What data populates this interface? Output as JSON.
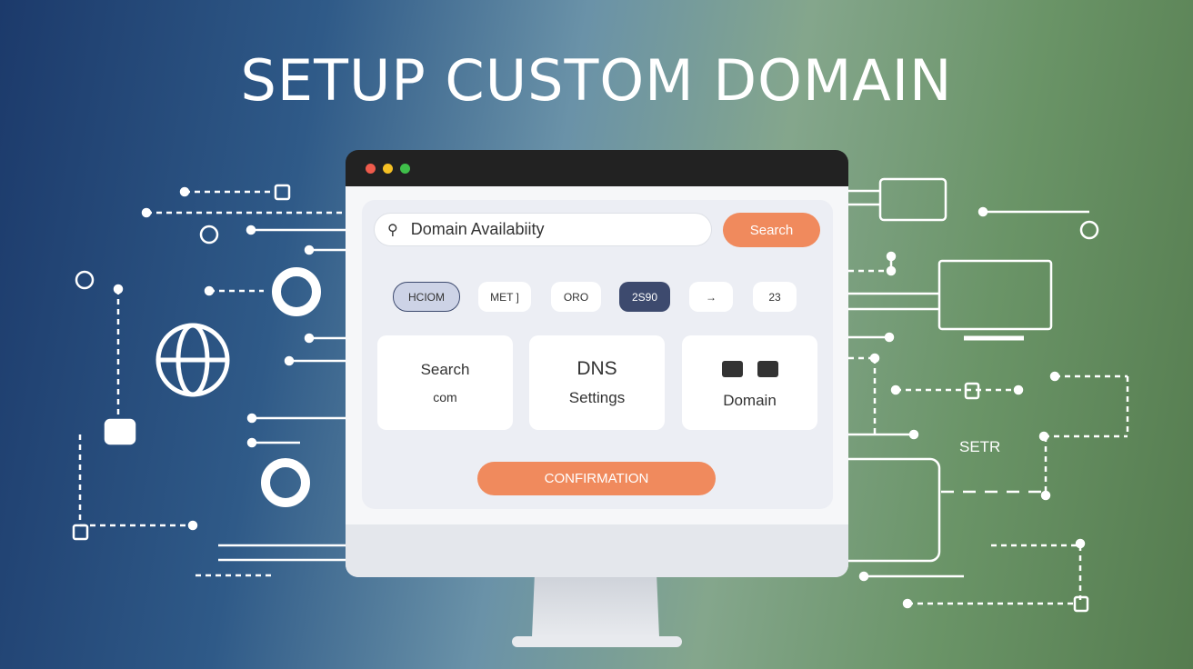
{
  "title": "SETUP CUSTOM DOMAIN",
  "window": {
    "dots": [
      "#ef5b4c",
      "#f5c024",
      "#3fbf4a"
    ]
  },
  "search": {
    "value": "Domain Availabiity",
    "button": "Search"
  },
  "chips": [
    "HCIOM",
    "MET ]",
    "ORO",
    "2S90",
    "→",
    "23"
  ],
  "cards": [
    {
      "line1": "Search",
      "line2": "com"
    },
    {
      "line1": "DNS",
      "line2": "Settings"
    },
    {
      "line1": "",
      "line2": "Domain"
    }
  ],
  "confirm_button": "CONFIRMATION",
  "side_label": "SETR",
  "colors": {
    "accent": "#f08a5d",
    "chip_active": "#3d4a6e"
  }
}
